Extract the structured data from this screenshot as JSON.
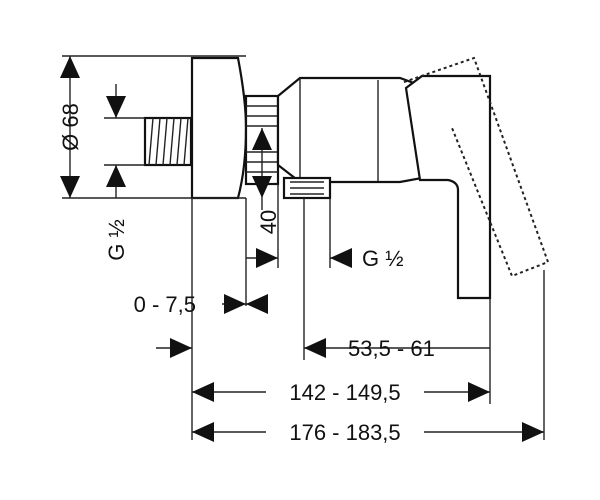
{
  "diagram": {
    "dimensions": {
      "diameter": "Ø 68",
      "thread_left": "G ½",
      "depth": "40",
      "thread_bottom": "G ½",
      "offset": "0 - 7,5",
      "handle_dist": "53,5 - 61",
      "length_mid": "142 - 149,5",
      "length_total": "176 - 183,5"
    },
    "colors": {
      "line": "#111111",
      "background": "#ffffff"
    }
  }
}
